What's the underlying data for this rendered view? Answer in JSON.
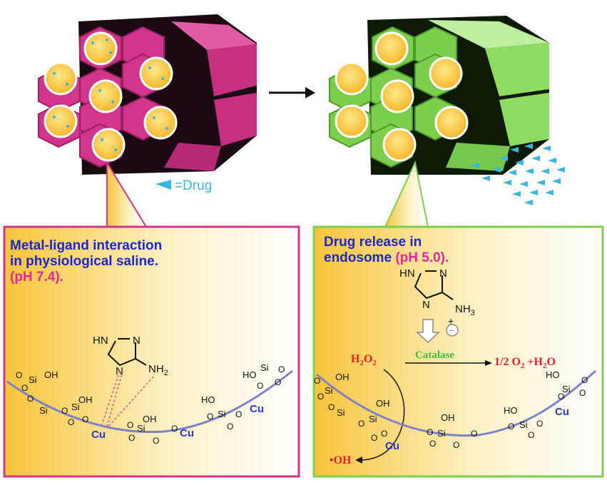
{
  "legend": {
    "text": "=Drug"
  },
  "left_panel": {
    "title_line1": "Metal-ligand interaction",
    "title_line2": "in physiological saline.",
    "ph": "(pH 7.4).",
    "triazole": {
      "hn": "HN",
      "n1": "N",
      "n2": "N",
      "nh2": "NH",
      "nh2_sub": "2"
    },
    "cu": "Cu",
    "si": "Si",
    "oh": "OH",
    "ho": "HO",
    "o": "O"
  },
  "right_panel": {
    "title_line1": "Drug release in",
    "title_line2": "endosome",
    "ph": "(pH 5.0).",
    "triazole": {
      "hn": "HN",
      "n1": "N",
      "n2": "N",
      "nh3": "NH",
      "nh3_sub": "3",
      "plus": "+"
    },
    "minus": "−",
    "h2o2": "H",
    "h2o2_sub1": "2",
    "h2o2_mid": "O",
    "h2o2_sub2": "2",
    "catalase": "Catalase",
    "products_a": "1/2 O",
    "products_sub": "2",
    "products_b": " +H",
    "products_sub2": "2",
    "products_c": "O",
    "oh_radical": "•OH",
    "cu": "Cu",
    "si": "Si",
    "oh": "OH",
    "ho": "HO",
    "o": "O"
  },
  "colors": {
    "magenta": "#d2368c",
    "green": "#7ccf4c",
    "blue_text": "#1b27c8",
    "pink_text": "#e02a9a",
    "red_text": "#e0202a",
    "cu_blue": "#2a3ad0",
    "drug_cyan": "#3ab6e0"
  }
}
